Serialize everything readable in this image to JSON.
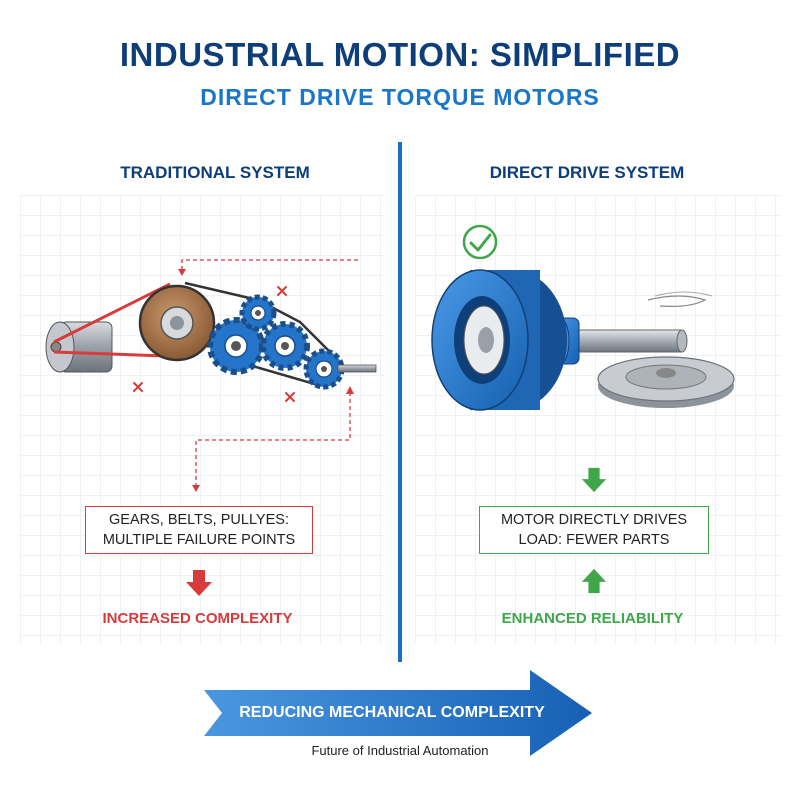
{
  "header": {
    "title": "INDUSTRIAL MOTION: SIMPLIFIED",
    "subtitle": "DIRECT DRIVE TORQUE MOTORS"
  },
  "left_panel": {
    "title": "TRADITIONAL SYSTEM",
    "note": "GEARS, BELTS, PULLYES: MULTIPLE FAILURE POINTS",
    "outcome": "INCREASED COMPLEXITY"
  },
  "right_panel": {
    "title": "DIRECT DRIVE SYSTEM",
    "note": "MOTOR DIRECTLY DRIVES LOAD: FEWER PARTS",
    "outcome": "ENHANCED RELIABILITY"
  },
  "banner": {
    "text": "REDUCING MECHANICAL COMPLEXITY"
  },
  "footer": {
    "text": "Future of Industrial Automation"
  },
  "colors": {
    "navy": "#0d3e7a",
    "blue": "#1976c8",
    "red": "#d83b3b",
    "green": "#3fa74a",
    "gear_blue": "#2474c9",
    "pulley_brown": "#a0704a"
  }
}
